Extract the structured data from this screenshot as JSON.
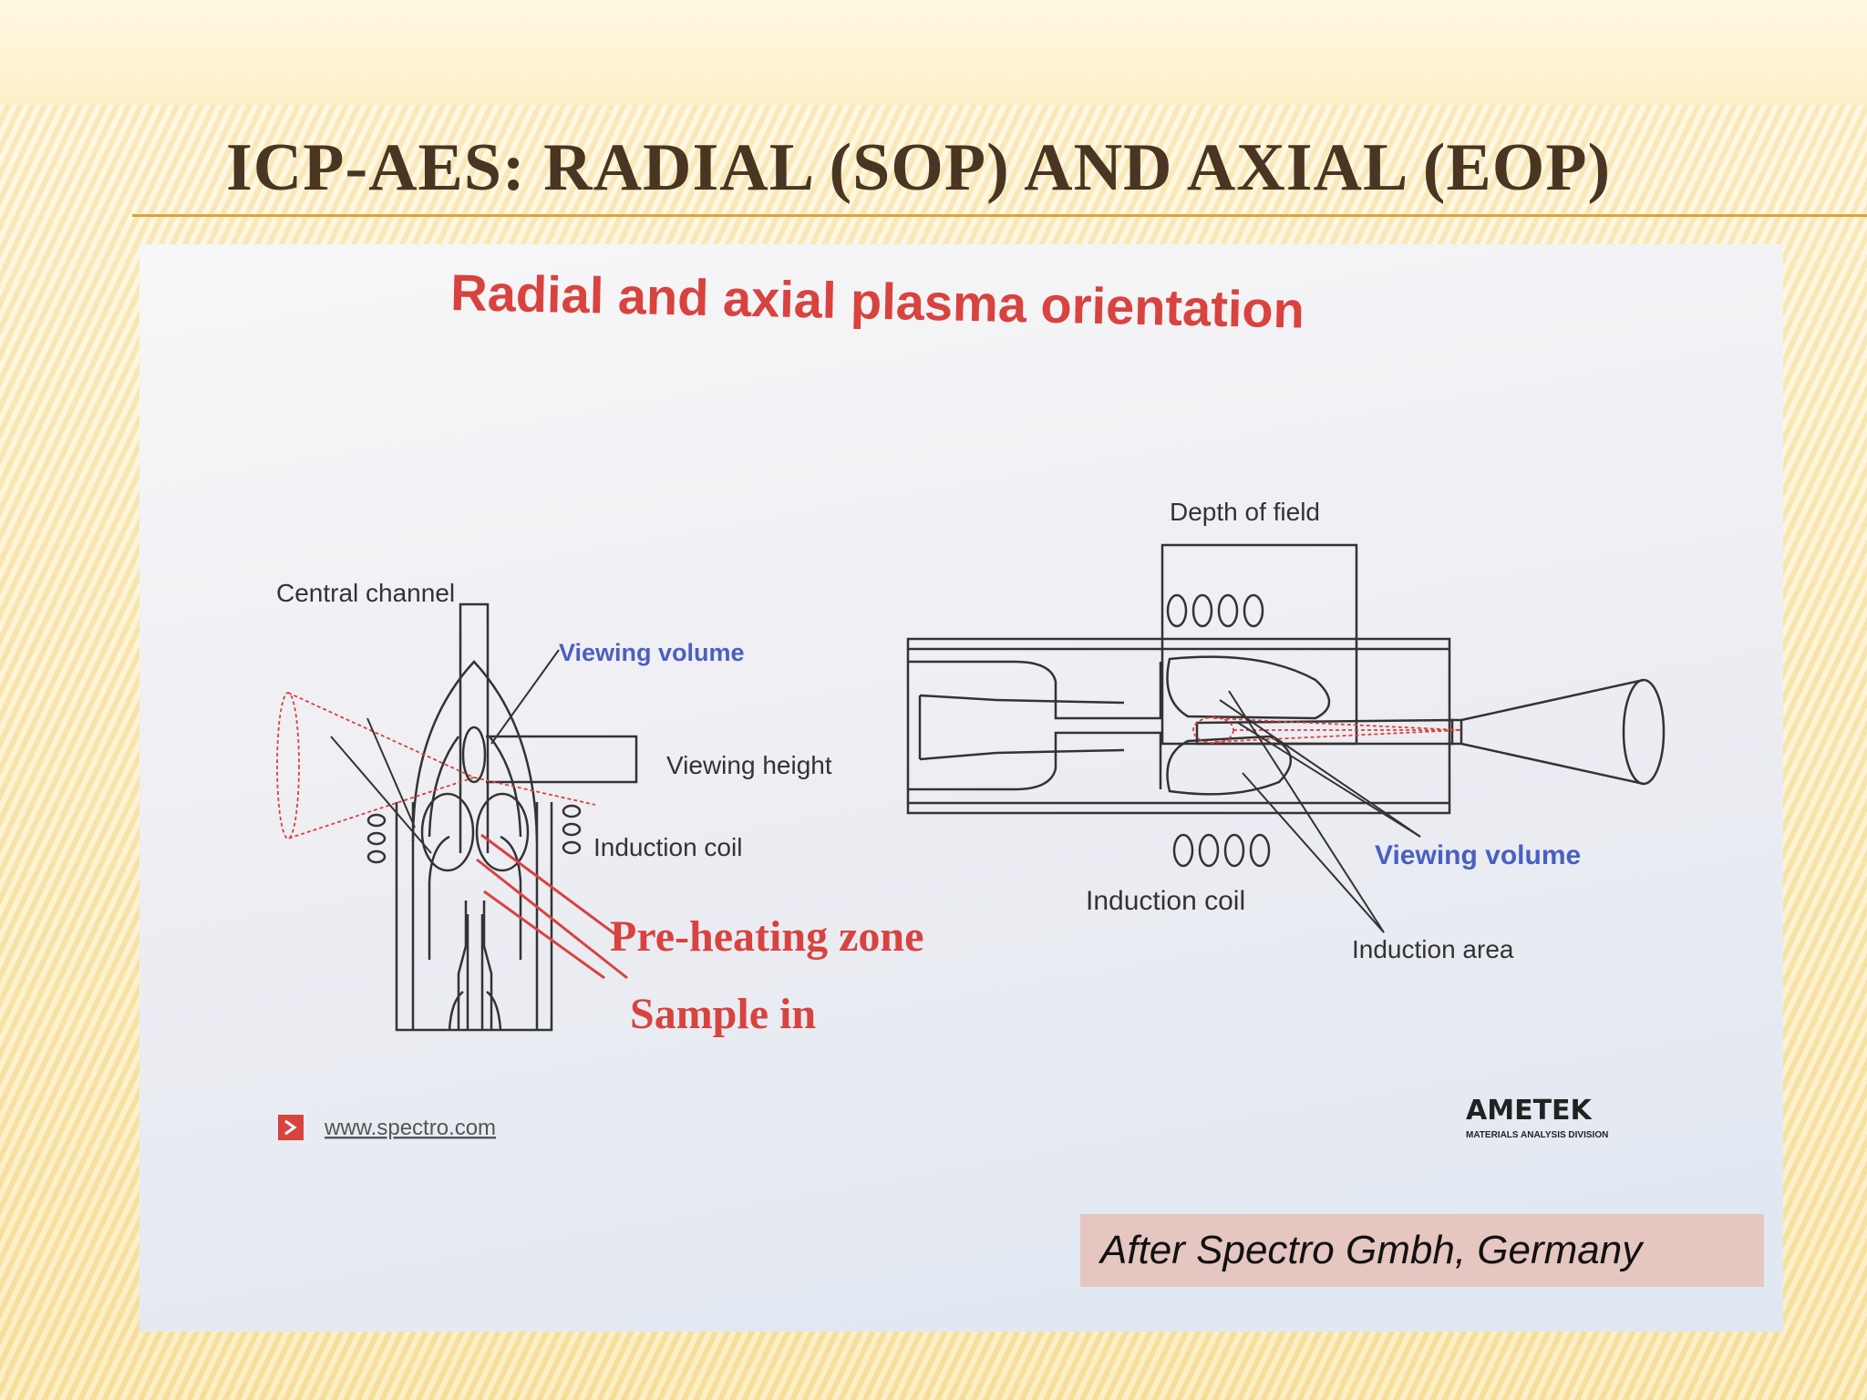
{
  "slide": {
    "title": "ICP-AES: RADIAL (SOP) AND AXIAL (EOP)"
  },
  "photo": {
    "title": "Radial and axial plasma orientation",
    "radial": {
      "central_channel": "Central channel",
      "viewing_volume": "Viewing volume",
      "viewing_height": "Viewing height",
      "induction_coil": "Induction coil",
      "pre_heating_zone": "Pre-heating zone",
      "sample_in": "Sample in"
    },
    "axial": {
      "depth_of_field": "Depth of field",
      "viewing_volume": "Viewing volume",
      "induction_coil": "Induction coil",
      "induction_area": "Induction area"
    },
    "footer": {
      "website": "www.spectro.com",
      "logo": "AMETEK",
      "logo_subtitle": "MATERIALS ANALYSIS DIVISION"
    }
  },
  "credit": "After Spectro Gmbh, Germany",
  "colors": {
    "title_text": "#4a3522",
    "accent_rule": "#d9a441",
    "red_label": "#d8433f",
    "blue_label": "#4a5fc0",
    "credit_box": "#e6c6c0"
  }
}
